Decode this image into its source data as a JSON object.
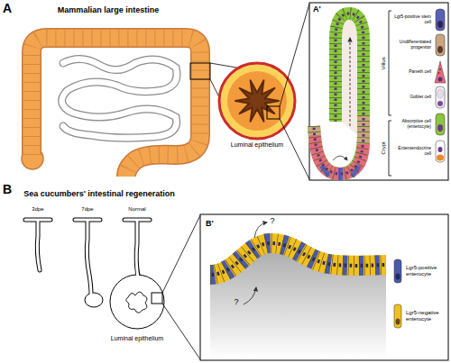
{
  "diagram": {
    "labels": [
      "A",
      "Mammalian large intestine",
      "Luminal epithelium",
      "A'",
      "Villus",
      "Crypt",
      "B",
      "Sea cucumbers' intestinal regeneration",
      "3dpe",
      "7dpe",
      "Normal",
      "Luminal epithelium",
      "B'",
      "?",
      "?"
    ],
    "legend": [
      {
        "text": "Lgr5-positive stem cell"
      },
      {
        "text": "Undifferentiated progenitor"
      },
      {
        "text": "Paneth cell"
      },
      {
        "text": "Goblet cell"
      },
      {
        "text": "Absorptive cell (enterocyte)"
      },
      {
        "text": "Enteroendocrine cell"
      },
      {
        "text": "Lgr5-positive enterocyte"
      },
      {
        "text": "Lgr5-negative enterocyte"
      }
    ]
  }
}
